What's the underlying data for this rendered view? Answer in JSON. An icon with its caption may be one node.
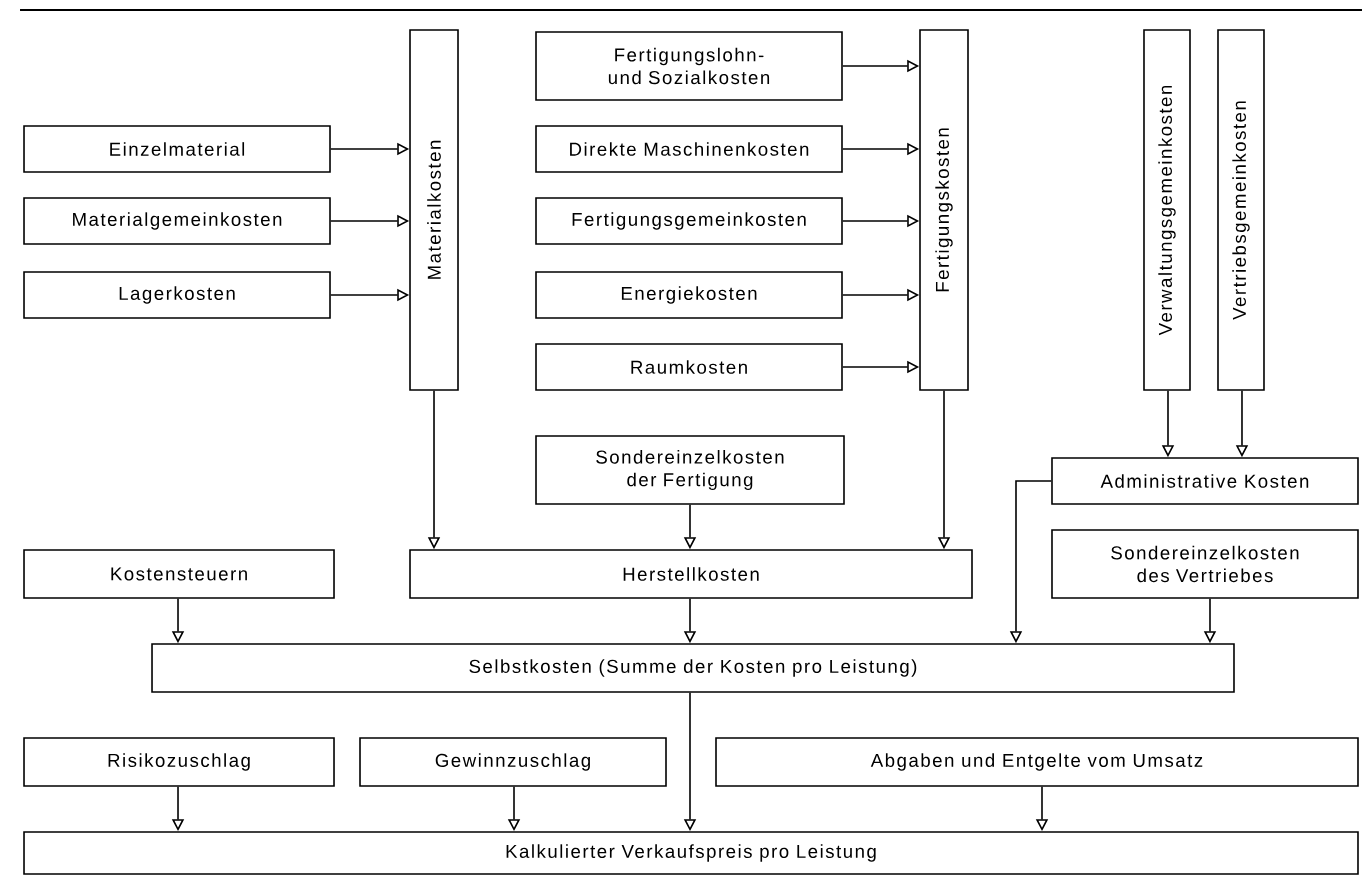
{
  "diagram": {
    "nodes": [
      {
        "text": [
          "Einzelmaterial"
        ]
      },
      {
        "text": [
          "Materialgemeinkosten"
        ]
      },
      {
        "text": [
          "Lagerkosten"
        ]
      },
      {
        "text": [
          "Materialkosten"
        ]
      },
      {
        "text": [
          "Fertigungslohn- und Sozialkosten"
        ]
      },
      {
        "text": [
          "Direkte Maschinenkosten"
        ]
      },
      {
        "text": [
          "Fertigungsgemeinkosten"
        ]
      },
      {
        "text": [
          "Energiekosten"
        ]
      },
      {
        "text": [
          "Raumkosten"
        ]
      },
      {
        "text": [
          "Fertigungskosten"
        ]
      },
      {
        "text": [
          "Verwaltungsgemeinkosten"
        ]
      },
      {
        "text": [
          "Vertriebsgemeinkosten"
        ]
      },
      {
        "text": [
          "Sondereinzelkosten der Fertigung"
        ]
      },
      {
        "text": [
          "Administrative Kosten"
        ]
      },
      {
        "text": [
          "Kostensteuern"
        ]
      },
      {
        "text": [
          "Herstellkosten"
        ]
      },
      {
        "text": [
          "Sondereinzelkosten des Vertriebes"
        ]
      },
      {
        "text": [
          "Selbstkosten (Summe der Kosten pro Leistung)"
        ]
      },
      {
        "text": [
          "Risikozuschlag"
        ]
      },
      {
        "text": [
          "Gewinnzuschlag"
        ]
      },
      {
        "text": [
          "Abgaben und Entgelte vom Umsatz"
        ]
      },
      {
        "text": [
          "Kalkulierter Verkaufspreis pro Leistung"
        ]
      }
    ],
    "edges": [
      {
        "from": 0,
        "to": 3,
        "arrow": "to"
      },
      {
        "from": 1,
        "to": 3,
        "arrow": "to"
      },
      {
        "from": 2,
        "to": 3,
        "arrow": "to"
      },
      {
        "from": 4,
        "to": 9,
        "arrow": "to"
      },
      {
        "from": 5,
        "to": 9,
        "arrow": "to"
      },
      {
        "from": 6,
        "to": 9,
        "arrow": "to"
      },
      {
        "from": 7,
        "to": 9,
        "arrow": "to"
      },
      {
        "from": 8,
        "to": 9,
        "arrow": "to"
      },
      {
        "from": 3,
        "to": 15,
        "arrow": "to"
      },
      {
        "from": 12,
        "to": 15,
        "arrow": "to"
      },
      {
        "from": 9,
        "to": 15,
        "arrow": "to"
      },
      {
        "from": 10,
        "to": 13,
        "arrow": "to"
      },
      {
        "from": 11,
        "to": 13,
        "arrow": "to"
      },
      {
        "from": 13,
        "to": 17,
        "arrow": "to"
      },
      {
        "from": 14,
        "to": 17,
        "arrow": "to"
      },
      {
        "from": 15,
        "to": 17,
        "arrow": "to"
      },
      {
        "from": 16,
        "to": 17,
        "arrow": "to"
      },
      {
        "from": 17,
        "to": 21,
        "arrow": "to"
      },
      {
        "from": 18,
        "to": 21,
        "arrow": "to"
      },
      {
        "from": 19,
        "to": 21,
        "arrow": "to"
      },
      {
        "from": 20,
        "to": 21,
        "arrow": "to"
      }
    ]
  }
}
